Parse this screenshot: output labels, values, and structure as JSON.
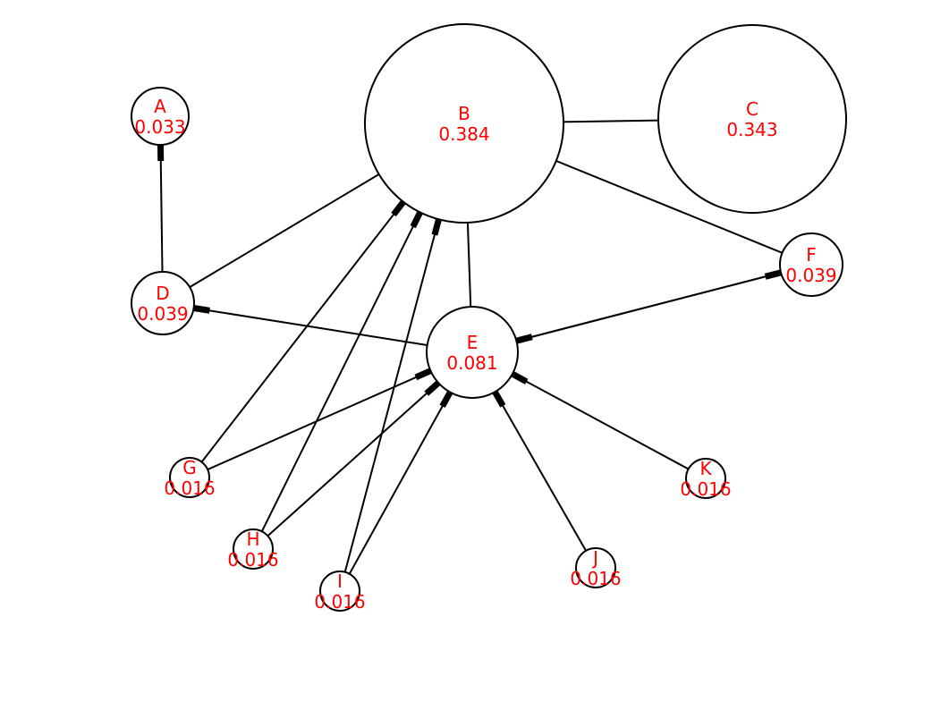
{
  "colors": {
    "label": "#ff0000",
    "stroke": "#000000",
    "node_fill": "#ffffff"
  },
  "nodes": [
    {
      "id": "A",
      "value": "0.033"
    },
    {
      "id": "B",
      "value": "0.384"
    },
    {
      "id": "C",
      "value": "0.343"
    },
    {
      "id": "D",
      "value": "0.039"
    },
    {
      "id": "E",
      "value": "0.081"
    },
    {
      "id": "F",
      "value": "0.039"
    },
    {
      "id": "G",
      "value": "0.016"
    },
    {
      "id": "H",
      "value": "0.016"
    },
    {
      "id": "I",
      "value": "0.016"
    },
    {
      "id": "J",
      "value": "0.016"
    },
    {
      "id": "K",
      "value": "0.016"
    }
  ],
  "edges": [
    {
      "from": "D",
      "to": "A",
      "directed": true
    },
    {
      "from": "D",
      "to": "B",
      "directed": false
    },
    {
      "from": "B",
      "to": "C",
      "directed": false
    },
    {
      "from": "B",
      "to": "F",
      "directed": false
    },
    {
      "from": "B",
      "to": "E",
      "directed": false
    },
    {
      "from": "E",
      "to": "D",
      "directed": true
    },
    {
      "from": "E",
      "to": "F",
      "directed": true
    },
    {
      "from": "F",
      "to": "E",
      "directed": true
    },
    {
      "from": "G",
      "to": "B",
      "directed": true
    },
    {
      "from": "H",
      "to": "B",
      "directed": true
    },
    {
      "from": "I",
      "to": "B",
      "directed": true
    },
    {
      "from": "G",
      "to": "E",
      "directed": true
    },
    {
      "from": "H",
      "to": "E",
      "directed": true
    },
    {
      "from": "I",
      "to": "E",
      "directed": true
    },
    {
      "from": "J",
      "to": "E",
      "directed": true
    },
    {
      "from": "K",
      "to": "E",
      "directed": true
    }
  ]
}
